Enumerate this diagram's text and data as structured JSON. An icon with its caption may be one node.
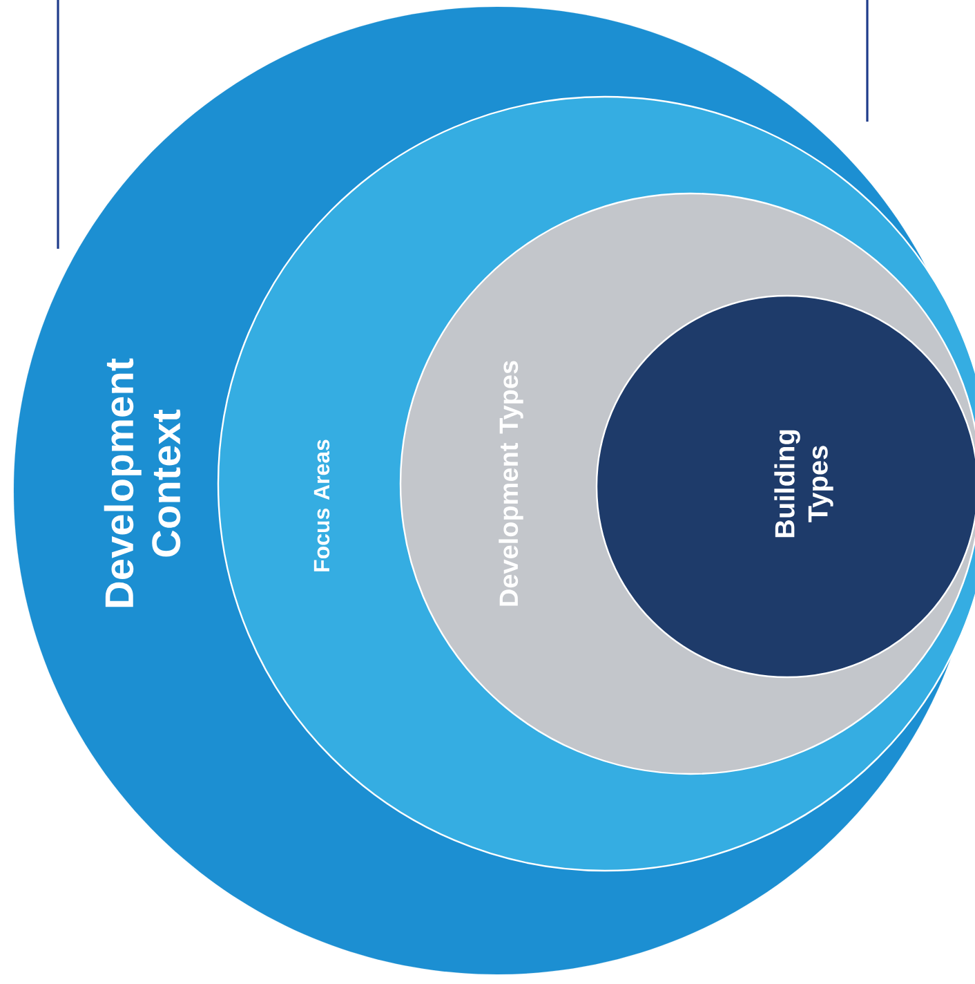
{
  "diagram": {
    "nodes": [
      {
        "text": [
          "Development Context"
        ]
      },
      {
        "text": [
          "Focus Areas"
        ],
        "in": 0
      },
      {
        "text": [
          "Development Types"
        ],
        "in": 1
      },
      {
        "text": [
          "Building Types"
        ],
        "in": 2
      }
    ]
  }
}
